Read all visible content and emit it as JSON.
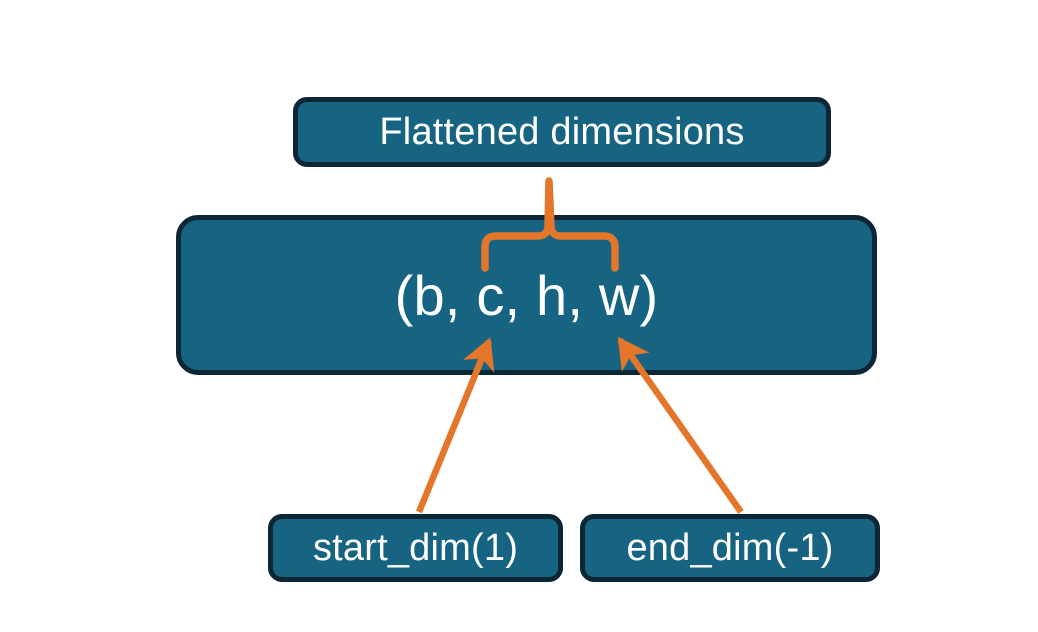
{
  "diagram": {
    "title_text": "Flattened dimensions",
    "shape_text": "(b, c, h, w)",
    "start_dim_text": "start_dim(1)",
    "end_dim_text": "end_dim(-1)",
    "colors": {
      "node_fill": "#176382",
      "node_border": "#0d2636",
      "node_text": "#ffffff",
      "accent_orange": "#e3762a",
      "background": "#ffffff"
    },
    "annotations": {
      "brace_label": "brace-spanning-c-h-w",
      "left_arrow_label": "arrow-start-dim-to-c",
      "right_arrow_label": "arrow-end-dim-to-w"
    }
  }
}
